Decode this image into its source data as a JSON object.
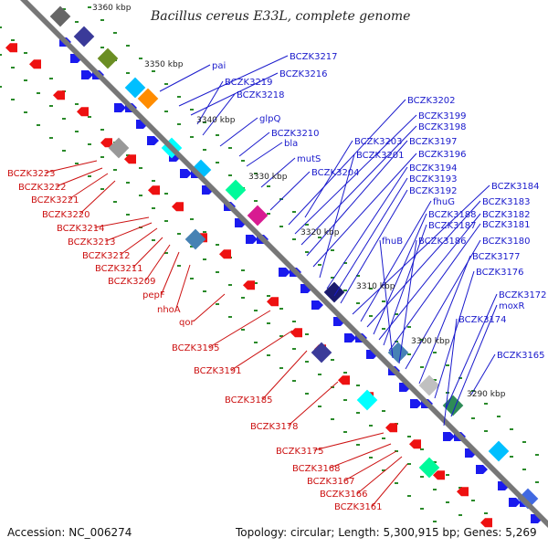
{
  "title": "Bacillus cereus E33L, complete genome",
  "accession": "Accession: NC_006274",
  "summary": "Topology: circular; Length: 5,300,915 bp; Genes: 5,269",
  "colors": {
    "backbone": "#777777",
    "forward_gene": "#1a1aee",
    "reverse_gene": "#ee1111",
    "blue_label": "#1a1acc",
    "red_label": "#cc1111",
    "tick": "#2a8a2a"
  },
  "kbp_marks": [
    "3360 kbp",
    "3350 kbp",
    "3340 kbp",
    "3330 kbp",
    "3320 kbp",
    "3310 kbp",
    "3300 kbp",
    "3290 kbp"
  ],
  "blue_labels": [
    "pai",
    "BCZK3217",
    "BCZK3216",
    "BCZK3219",
    "BCZK3218",
    "glpQ",
    "BCZK3210",
    "bla",
    "mutS",
    "BCZK3204",
    "BCZK3203",
    "BCZK3202",
    "BCZK3199",
    "BCZK3198",
    "BCZK3197",
    "BCZK3196",
    "BCZK3201",
    "BCZK3194",
    "BCZK3193",
    "BCZK3192",
    "BCZK3184",
    "fhuG",
    "BCZK3183",
    "BCZK3188",
    "BCZK3182",
    "BCZK3187",
    "BCZK3181",
    "fhuB",
    "BCZK3186",
    "BCZK3180",
    "BCZK3177",
    "BCZK3176",
    "BCZK3172",
    "moxR",
    "BCZK3174",
    "BCZK3165"
  ],
  "red_labels": [
    "BCZK3223",
    "BCZK3222",
    "BCZK3221",
    "BCZK3220",
    "BCZK3214",
    "BCZK3213",
    "BCZK3212",
    "BCZK3211",
    "BCZK3209",
    "pepF",
    "nhoA",
    "qor",
    "BCZK3195",
    "BCZK3191",
    "BCZK3185",
    "BCZK3178",
    "BCZK3175",
    "BCZK3168",
    "BCZK3167",
    "BCZK3166",
    "BCZK3161"
  ]
}
